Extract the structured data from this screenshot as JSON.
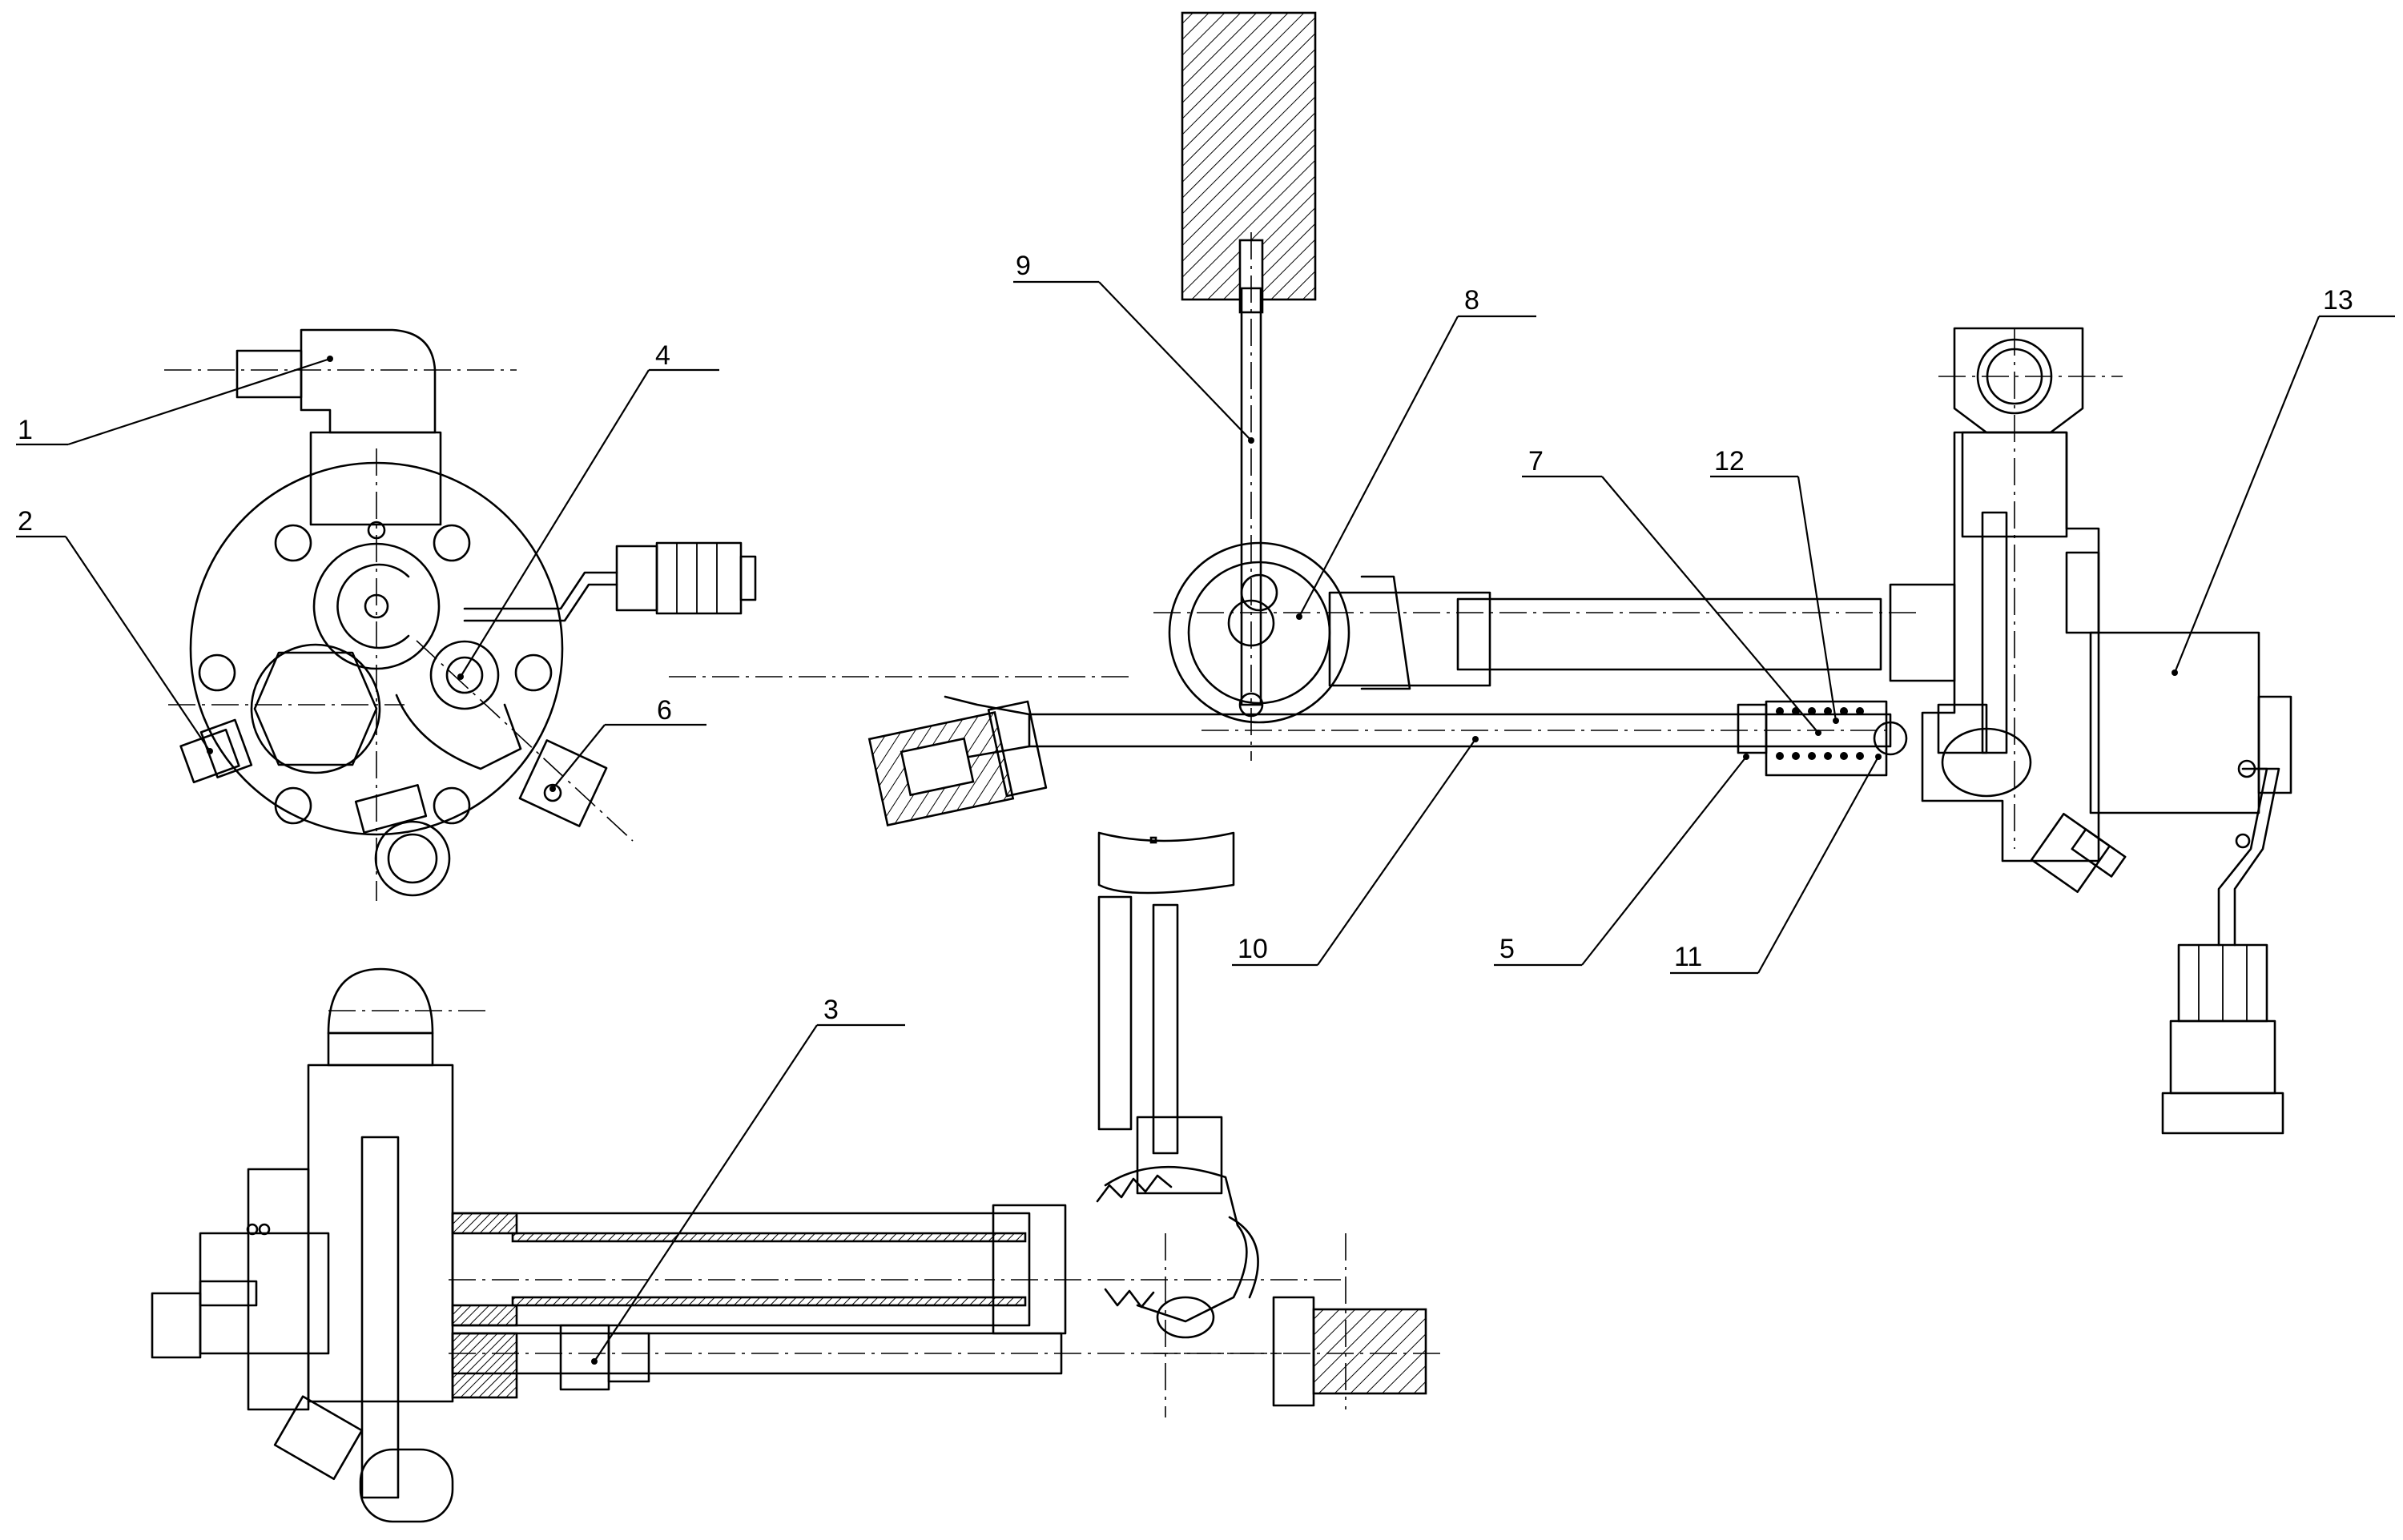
{
  "diagram": {
    "callouts": [
      {
        "id": "1",
        "label": "1"
      },
      {
        "id": "2",
        "label": "2"
      },
      {
        "id": "3",
        "label": "3"
      },
      {
        "id": "4",
        "label": "4"
      },
      {
        "id": "5",
        "label": "5"
      },
      {
        "id": "6",
        "label": "6"
      },
      {
        "id": "7",
        "label": "7"
      },
      {
        "id": "8",
        "label": "8"
      },
      {
        "id": "9",
        "label": "9"
      },
      {
        "id": "10",
        "label": "10"
      },
      {
        "id": "11",
        "label": "11"
      },
      {
        "id": "12",
        "label": "12"
      },
      {
        "id": "13",
        "label": "13"
      }
    ],
    "views": [
      "left-view",
      "main-view",
      "top-view"
    ],
    "line_color": "#000000",
    "background": "#ffffff"
  }
}
